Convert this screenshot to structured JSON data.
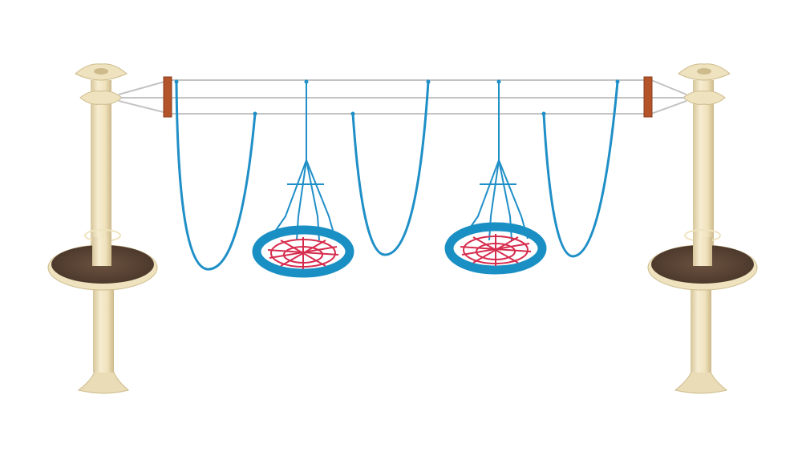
{
  "image": {
    "subject": "playground-rope-course-with-nest-swings",
    "background_color": "#ffffff"
  },
  "colors": {
    "post": "#f1e6c4",
    "post_shade": "#d9c99f",
    "platform_top": "#5b4434",
    "platform_rim": "#f1e6c4",
    "cable": "#c9c9c9",
    "rope": "#1f8fc7",
    "swing_ring": "#1a8fc4",
    "net": "#d62c4d",
    "bracket": "#b4542b"
  },
  "objects": {
    "posts": 2,
    "platforms": 2,
    "nest_swings": 2,
    "hanging_ropes": 3,
    "cables": 3
  }
}
